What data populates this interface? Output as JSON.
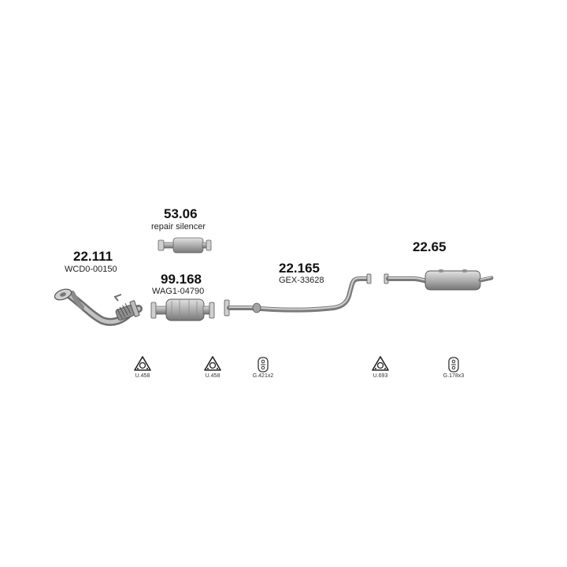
{
  "parts": [
    {
      "number": "22.111",
      "ref": "WCD0-00150"
    },
    {
      "number": "53.06",
      "ref": "repair silencer"
    },
    {
      "number": "99.168",
      "ref": "WAG1-04790"
    },
    {
      "number": "22.165",
      "ref": "GEX-33628"
    },
    {
      "number": "22.65",
      "ref": ""
    }
  ],
  "hardware": [
    {
      "code": "U.458",
      "icon": "gasket-icon"
    },
    {
      "code": "U.458",
      "icon": "gasket-icon"
    },
    {
      "code": "G.421x2",
      "icon": "rubber-hanger-icon"
    },
    {
      "code": "U.693",
      "icon": "gasket-icon"
    },
    {
      "code": "G.178x3",
      "icon": "rubber-hanger-icon"
    }
  ],
  "colors": {
    "pipe": "#9a9a9a",
    "pipe_dark": "#6e6e6e",
    "pipe_light": "#d2d2d2"
  }
}
